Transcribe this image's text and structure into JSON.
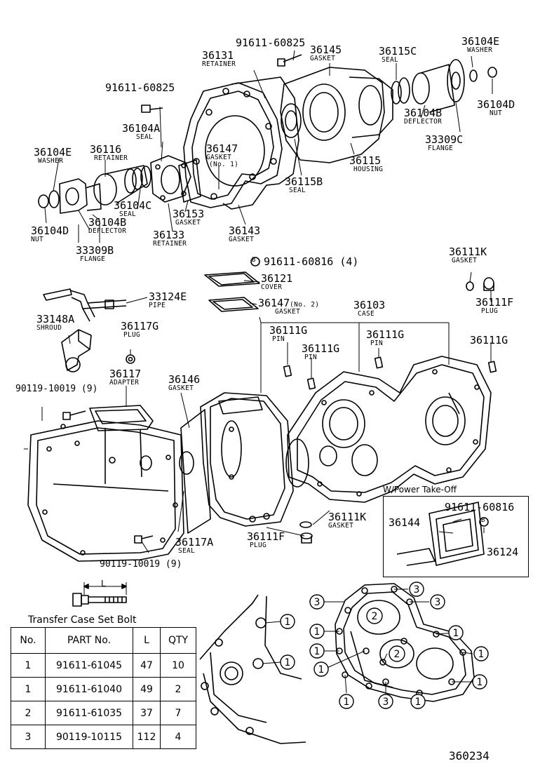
{
  "parts": [
    {
      "id": "p36131",
      "number": "36131",
      "name": "RETAINER"
    },
    {
      "id": "p91611_60825_a",
      "number": "91611-60825",
      "name": ""
    },
    {
      "id": "p36145",
      "number": "36145",
      "name": "GASKET"
    },
    {
      "id": "p36115C",
      "number": "36115C",
      "name": "SEAL"
    },
    {
      "id": "p36104E_r",
      "number": "36104E",
      "name": "WASHER"
    },
    {
      "id": "p36104D_r",
      "number": "36104D",
      "name": "NUT"
    },
    {
      "id": "p36104B_r",
      "number": "36104B",
      "name": "DEFLECTOR"
    },
    {
      "id": "p33309C",
      "number": "33309C",
      "name": "FLANGE"
    },
    {
      "id": "p91611_60825_b",
      "number": "91611-60825",
      "name": ""
    },
    {
      "id": "p36104A",
      "number": "36104A",
      "name": "SEAL"
    },
    {
      "id": "p36147_1",
      "number": "36147",
      "name": "GASKET",
      "sub": "(No. 1)"
    },
    {
      "id": "p36115",
      "number": "36115",
      "name": "HOUSING"
    },
    {
      "id": "p36115B",
      "number": "36115B",
      "name": "SEAL"
    },
    {
      "id": "p36104E_l",
      "number": "36104E",
      "name": "WASHER"
    },
    {
      "id": "p36116",
      "number": "36116",
      "name": "RETAINER"
    },
    {
      "id": "p36104C",
      "number": "36104C",
      "name": "SEAL"
    },
    {
      "id": "p36104B_l",
      "number": "36104B",
      "name": "DEFLECTOR"
    },
    {
      "id": "p36153",
      "number": "36153",
      "name": "GASKET"
    },
    {
      "id": "p36104D_l",
      "number": "36104D",
      "name": "NUT"
    },
    {
      "id": "p36133",
      "number": "36133",
      "name": "RETAINER"
    },
    {
      "id": "p36143",
      "number": "36143",
      "name": "GASKET"
    },
    {
      "id": "p33309B",
      "number": "33309B",
      "name": "FLANGE"
    },
    {
      "id": "p91611_60816",
      "number": "91611-60816 (4)",
      "name": ""
    },
    {
      "id": "p36121",
      "number": "36121",
      "name": "COVER"
    },
    {
      "id": "p36147_2",
      "number": "36147",
      "name": "GASKET",
      "sub": "(No. 2)"
    },
    {
      "id": "p36103",
      "number": "36103",
      "name": "CASE"
    },
    {
      "id": "p36111K_t",
      "number": "36111K",
      "name": "GASKET"
    },
    {
      "id": "p36111F_t",
      "number": "36111F",
      "name": "PLUG"
    },
    {
      "id": "p33124E",
      "number": "33124E",
      "name": "PIPE"
    },
    {
      "id": "p33148A",
      "number": "33148A",
      "name": "SHROUD"
    },
    {
      "id": "p36117G",
      "number": "36117G",
      "name": "PLUG"
    },
    {
      "id": "p36111G_1",
      "number": "36111G",
      "name": "PIN"
    },
    {
      "id": "p36111G_2",
      "number": "36111G",
      "name": "PIN"
    },
    {
      "id": "p36111G_3",
      "number": "36111G",
      "name": "PIN"
    },
    {
      "id": "p36111G_4",
      "number": "36111G",
      "name": ""
    },
    {
      "id": "p36117",
      "number": "36117",
      "name": "ADAPTER"
    },
    {
      "id": "p36146",
      "number": "36146",
      "name": "GASKET"
    },
    {
      "id": "p90119_a",
      "number": "90119-10019 (9)",
      "name": ""
    },
    {
      "id": "p36111K_b",
      "number": "36111K",
      "name": "GASKET"
    },
    {
      "id": "p36117A",
      "number": "36117A",
      "name": "SEAL"
    },
    {
      "id": "p36111F_b",
      "number": "36111F",
      "name": "PLUG"
    },
    {
      "id": "p90119_b",
      "number": "90119-10019 (9)",
      "name": ""
    }
  ],
  "pto": {
    "title": "W/Power Take-Off",
    "labels": [
      "91611-60816",
      "36144",
      "36124"
    ],
    "marker": "B"
  },
  "marker_b": "B",
  "bolt_dim": "L",
  "bolt_table": {
    "title": "Transfer Case Set Bolt",
    "headers": [
      "No.",
      "PART  No.",
      "L",
      "QTY"
    ],
    "rows": [
      [
        "1",
        "91611-61045",
        "47",
        "10"
      ],
      [
        "1",
        "91611-61040",
        "49",
        "2"
      ],
      [
        "2",
        "91611-61035",
        "37",
        "7"
      ],
      [
        "3",
        "90119-10115",
        "112",
        "4"
      ]
    ]
  },
  "callouts": {
    "one": "1",
    "two": "2",
    "three": "3"
  },
  "diagram_code": "360234"
}
